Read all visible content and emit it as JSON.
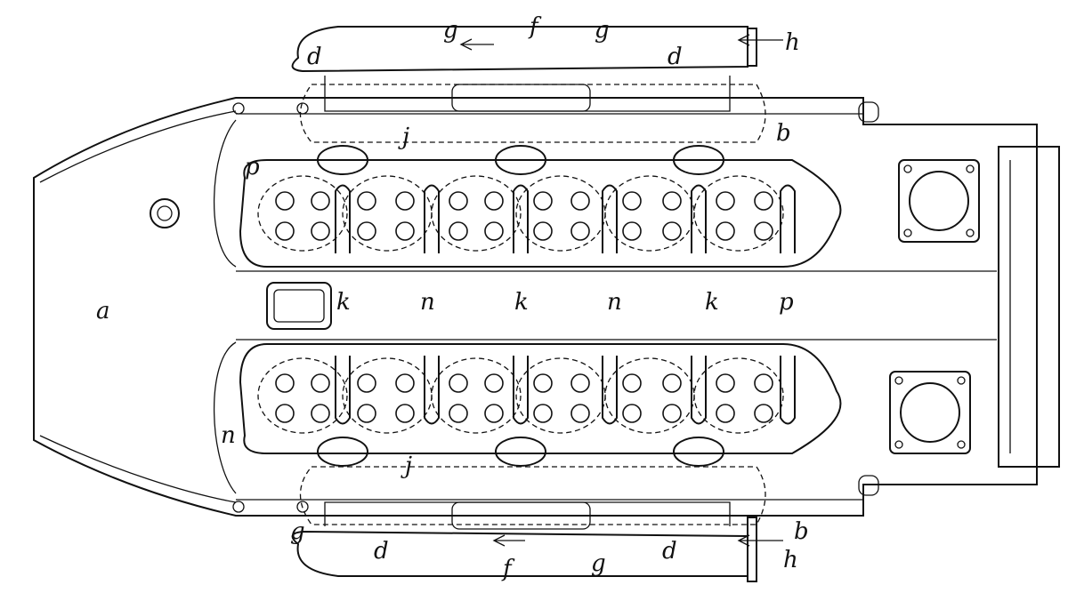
{
  "figure": {
    "labels": {
      "top_d1": "d",
      "top_g1": "g",
      "top_f": "f",
      "top_g2": "g",
      "top_d2": "d",
      "top_h": "h",
      "top_b": "b",
      "top_j": "j",
      "top_p": "p",
      "a": "a",
      "mid_k1": "k",
      "mid_n1": "n",
      "mid_k2": "k",
      "mid_n2": "n",
      "mid_k3": "k",
      "mid_p": "p",
      "bot_n": "n",
      "bot_j": "j",
      "bot_b": "b",
      "bot_g1": "g",
      "bot_d1": "d",
      "bot_f": "f",
      "bot_g2": "g",
      "bot_d2": "d",
      "bot_h": "h"
    }
  }
}
